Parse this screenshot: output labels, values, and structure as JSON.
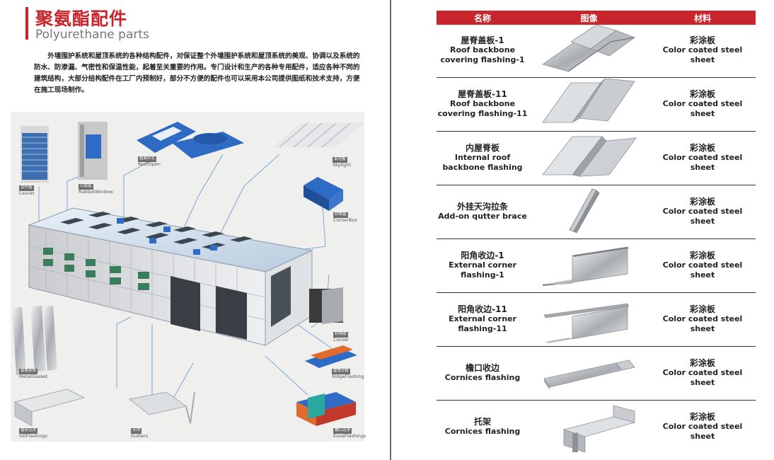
{
  "left_page": {
    "title_cn": "聚氨酯配件",
    "title_en": "Polyurethane parts",
    "intro": "外墙围护系统和屋顶系统的各种结构配件，对保证整个外墙围护系统和屋顶系统的美观、协调以及系统的防水、防渗漏、气密性和保温性能，起着至关重要的作用。专门设计和生产的各种专用配件，适应各种不同的建筑结构，大部分结构配件在工厂内预制好，部分不方便的配件也可以采用本公司提供图纸和技术支持，方便在施工现场制作。",
    "parts": [
      {
        "cn": "百叶窗",
        "en": "Louver"
      },
      {
        "cn": "凸窗窗",
        "en": "RabbetWindow"
      },
      {
        "cn": "屋面开孔",
        "en": "RoofOpen"
      },
      {
        "cn": "采光板",
        "en": "Skylight"
      },
      {
        "cn": "转角盒",
        "en": "CornerBox"
      },
      {
        "cn": "转角收",
        "en": "Corner"
      },
      {
        "cn": "金属垫条",
        "en": "MetalGasket"
      },
      {
        "cn": "屋脊泛板",
        "en": "RidgeFlashing"
      },
      {
        "cn": "窗台泛水",
        "en": "SillFlashings"
      },
      {
        "cn": "天沟",
        "en": "Gutters"
      },
      {
        "cn": "檐口泛水",
        "en": "EaveFlashings"
      }
    ]
  },
  "table": {
    "headers": [
      "名称",
      "图像",
      "材料"
    ],
    "rows": [
      {
        "cn": "屋脊盖板-1",
        "en": "Roof backbone covering flashing-1",
        "mat_cn": "彩涂板",
        "mat_en": "Color coated steel sheet"
      },
      {
        "cn": "屋脊盖板-11",
        "en": "Roof backbone covering flashing-11",
        "mat_cn": "彩涂板",
        "mat_en": "Color coated steel sheet"
      },
      {
        "cn": "内屋脊板",
        "en": "Internal roof backbone flashing",
        "mat_cn": "彩涂板",
        "mat_en": "Color coated steel sheet"
      },
      {
        "cn": "外挂天沟拉条",
        "en": "Add-on qutter brace",
        "mat_cn": "彩涂板",
        "mat_en": "Color coated steel sheet"
      },
      {
        "cn": "阳角收边-1",
        "en": "External corner flashing-1",
        "mat_cn": "彩涂板",
        "mat_en": "Color coated steel sheet"
      },
      {
        "cn": "阳角收边-11",
        "en": "External corner flashing-11",
        "mat_cn": "彩涂板",
        "mat_en": "Color coated steel sheet"
      },
      {
        "cn": "檐口收边",
        "en": "Cornices flashing",
        "mat_cn": "彩涂板",
        "mat_en": "Color coated steel sheet"
      },
      {
        "cn": "托架",
        "en": "Cornices flashing",
        "mat_cn": "彩涂板",
        "mat_en": "Color coated steel sheet"
      }
    ]
  },
  "colors": {
    "accent": "#c8252c",
    "panel_blue": "#2d6bc4",
    "window_green": "#3a7d5c",
    "steel": "#b9bcc0"
  }
}
